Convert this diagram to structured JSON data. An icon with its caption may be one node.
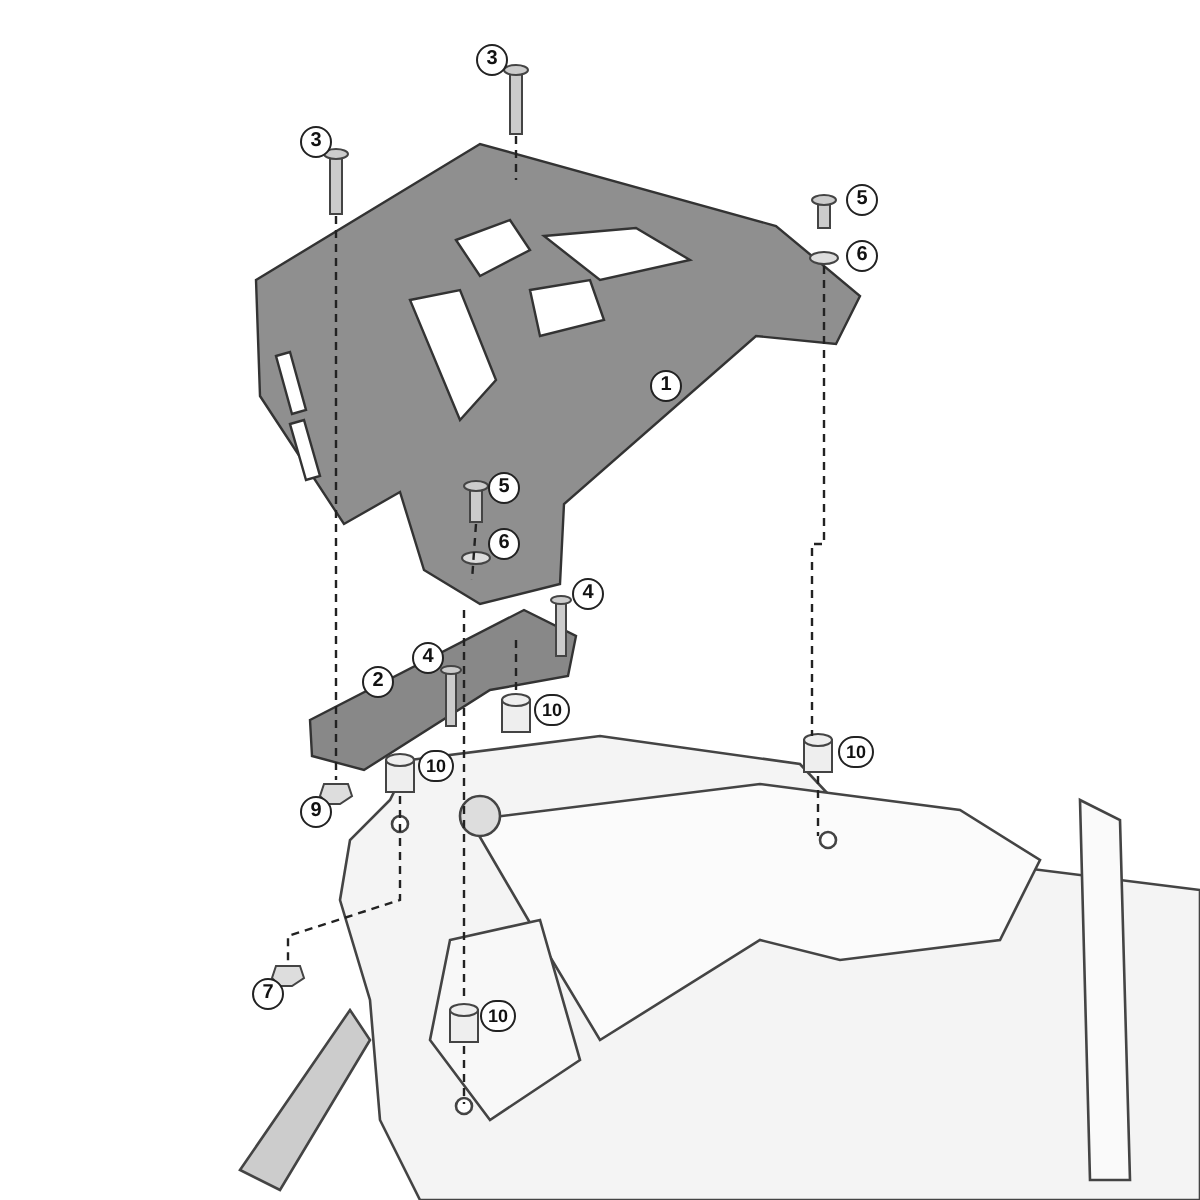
{
  "diagram": {
    "labels": [
      "3",
      "3",
      "5",
      "6",
      "1",
      "5",
      "6",
      "4",
      "4",
      "2",
      "10",
      "10",
      "10",
      "9",
      "7",
      "10"
    ]
  }
}
